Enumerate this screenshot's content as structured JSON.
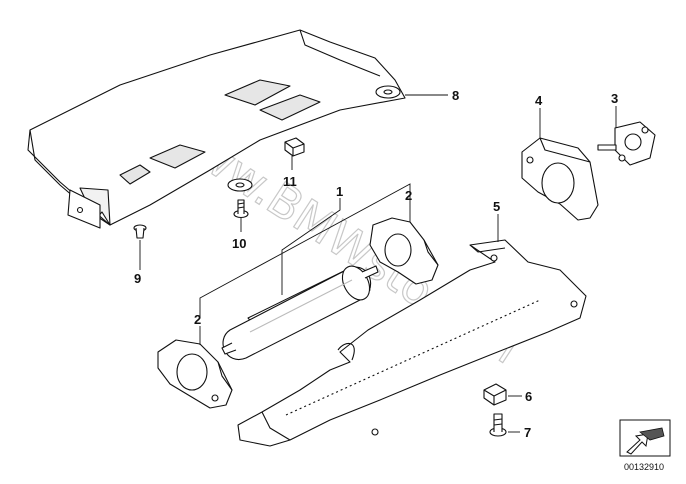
{
  "watermark": "www.BMWstore.pl",
  "reference_code": "00132910",
  "callouts": [
    {
      "id": "1",
      "label": "1"
    },
    {
      "id": "2a",
      "label": "2"
    },
    {
      "id": "2b",
      "label": "2"
    },
    {
      "id": "3",
      "label": "3"
    },
    {
      "id": "4",
      "label": "4"
    },
    {
      "id": "5",
      "label": "5"
    },
    {
      "id": "6",
      "label": "6"
    },
    {
      "id": "7",
      "label": "7"
    },
    {
      "id": "8",
      "label": "8"
    },
    {
      "id": "9",
      "label": "9"
    },
    {
      "id": "10",
      "label": "10"
    },
    {
      "id": "11",
      "label": "11"
    }
  ],
  "colors": {
    "line": "#111111",
    "fill": "#ffffff",
    "shade": "#d9d9d9",
    "watermark": "#c8c8c8"
  }
}
